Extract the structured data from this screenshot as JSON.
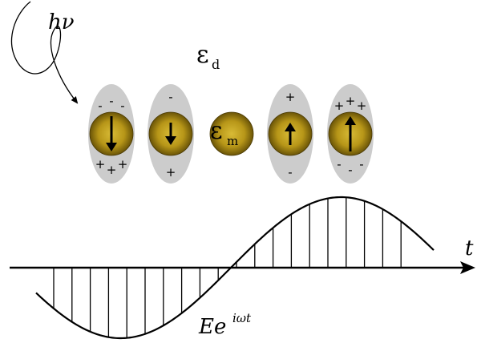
{
  "photon": {
    "label": "hν"
  },
  "medium": {
    "symbol": "ε",
    "subscript": "d"
  },
  "metal": {
    "symbol": "ε",
    "subscript": "m"
  },
  "axis": {
    "label": "t"
  },
  "field": {
    "base": "Ee",
    "exponent": "iωt"
  },
  "particles": [
    {
      "dipole": "down",
      "arrow": "long",
      "top_charges": [
        "-",
        "-",
        "-"
      ],
      "bottom_charges": [
        "+",
        "+",
        "+"
      ]
    },
    {
      "dipole": "down",
      "arrow": "short",
      "top_charges": [
        "-"
      ],
      "bottom_charges": [
        "+"
      ]
    },
    {
      "dipole": "none",
      "arrow": "none",
      "top_charges": [],
      "bottom_charges": []
    },
    {
      "dipole": "up",
      "arrow": "short",
      "top_charges": [
        "+"
      ],
      "bottom_charges": [
        "-"
      ]
    },
    {
      "dipole": "up",
      "arrow": "long",
      "top_charges": [
        "+",
        "+",
        "+"
      ],
      "bottom_charges": [
        "-",
        "-",
        "-"
      ]
    }
  ],
  "colors": {
    "halo": "#cccccc",
    "sphere_center": "#d4b530",
    "sphere_edge": "#6a5407",
    "line": "#000000"
  }
}
